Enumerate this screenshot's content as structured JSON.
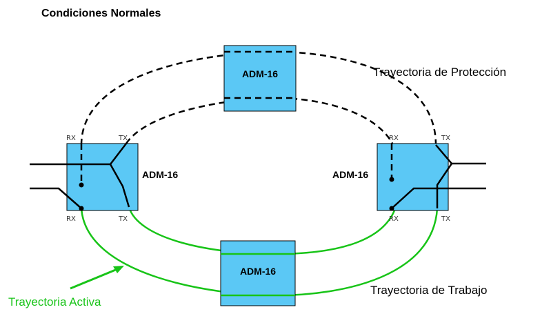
{
  "title": "Condiciones Normales",
  "labels": {
    "protection_path": "Trayectoria de Protección",
    "working_path": "Trayectoria de Trabajo",
    "active_path": "Trayectoria Activa"
  },
  "nodes": {
    "top": "ADM-16",
    "bottom": "ADM-16",
    "left": "ADM-16",
    "right": "ADM-16"
  },
  "ports": {
    "rx": "RX",
    "tx": "TX"
  },
  "colors": {
    "node_fill": "#5bc8f5",
    "active_line": "#18c418",
    "protection_line": "#000000"
  }
}
